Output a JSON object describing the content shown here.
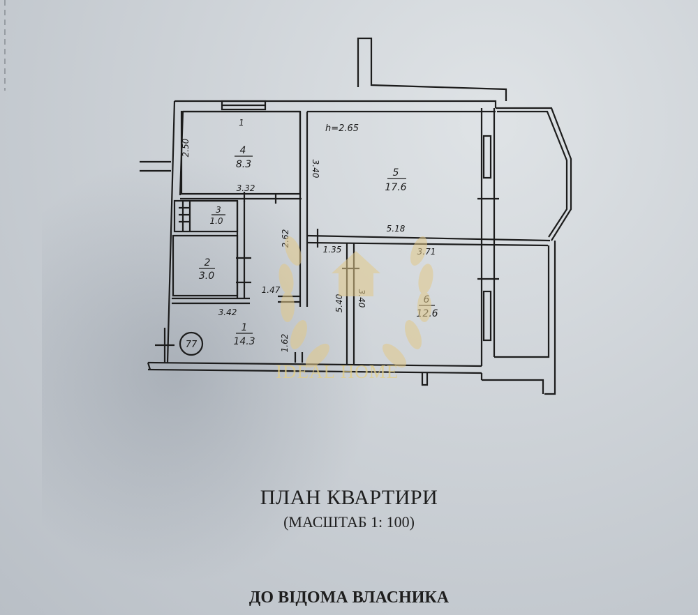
{
  "document": {
    "title": "ПЛАН КВАРТИРИ",
    "scale": "(МАСШТАБ 1: 100)",
    "note": "ДО ВІДОМА ВЛАСНИКА",
    "ceiling_height": "h=2.65",
    "apartment_number": "77",
    "watermark": "IDEAL HOME"
  },
  "rooms": [
    {
      "number": "1",
      "area": "14.3"
    },
    {
      "number": "2",
      "area": "3.0"
    },
    {
      "number": "3",
      "area": "1.0"
    },
    {
      "number": "4",
      "area": "8.3"
    },
    {
      "number": "5",
      "area": "17.6"
    },
    {
      "number": "6",
      "area": "12.6"
    }
  ],
  "dimensions": {
    "d250": "2.50",
    "d340_a": "3.40",
    "d332": "3.32",
    "d262": "2.62",
    "d147": "1.47",
    "d342": "3.42",
    "d162": "1.62",
    "d135": "1.35",
    "d518": "5.18",
    "d371": "3.71",
    "d540": "5.40",
    "d340_b": "3.40",
    "wall_mark": "1"
  },
  "colors": {
    "paper": "#cdd2d7",
    "ink": "#1c1c1c",
    "watermark_gold": "#e4cf86"
  }
}
